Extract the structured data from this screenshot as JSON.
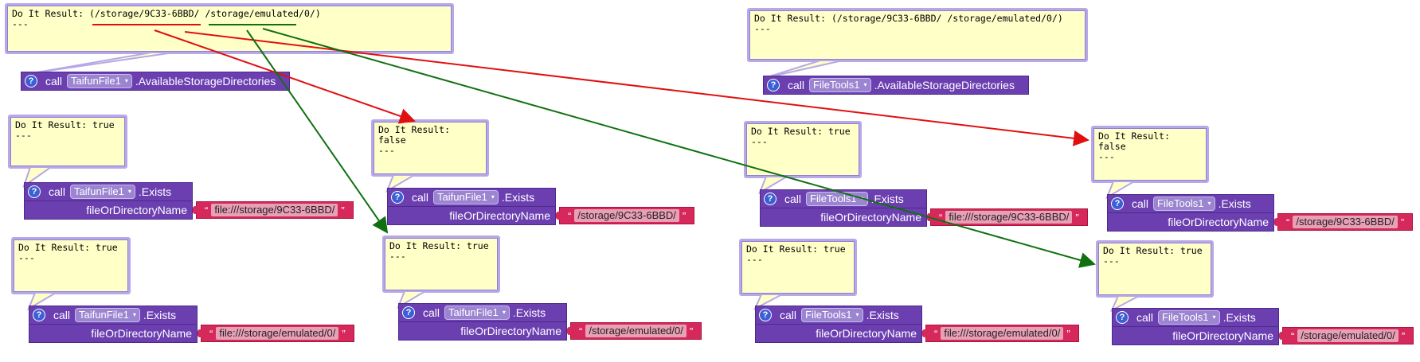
{
  "result_prefix": "Do It Result:",
  "dashes": "---",
  "call_label": "call",
  "param_label": "fileOrDirectoryName",
  "quote": "“",
  "quote_close": "”",
  "help_icon": "?",
  "dropdown_icon": "▾",
  "top": {
    "left": {
      "result": "(/storage/9C33-6BBD/ /storage/emulated/0/)",
      "component": "TaifunFile1",
      "method": ".AvailableStorageDirectories"
    },
    "right": {
      "result": "(/storage/9C33-6BBD/ /storage/emulated/0/)",
      "component": "FileTools1",
      "method": ".AvailableStorageDirectories"
    }
  },
  "exists_blocks": [
    {
      "id": "tf-1",
      "result": "true",
      "component": "TaifunFile1",
      "method": ".Exists",
      "value": "file:///storage/9C33-6BBD/"
    },
    {
      "id": "tf-2",
      "result": "false",
      "component": "TaifunFile1",
      "method": ".Exists",
      "value": "/storage/9C33-6BBD/"
    },
    {
      "id": "tf-3",
      "result": "true",
      "component": "TaifunFile1",
      "method": ".Exists",
      "value": "file:///storage/emulated/0/"
    },
    {
      "id": "tf-4",
      "result": "true",
      "component": "TaifunFile1",
      "method": ".Exists",
      "value": "/storage/emulated/0/"
    },
    {
      "id": "ft-1",
      "result": "true",
      "component": "FileTools1",
      "method": ".Exists",
      "value": "file:///storage/9C33-6BBD/"
    },
    {
      "id": "ft-2",
      "result": "false",
      "component": "FileTools1",
      "method": ".Exists",
      "value": "/storage/9C33-6BBD/"
    },
    {
      "id": "ft-3",
      "result": "true",
      "component": "FileTools1",
      "method": ".Exists",
      "value": "file:///storage/emulated/0/"
    },
    {
      "id": "ft-4",
      "result": "true",
      "component": "FileTools1",
      "method": ".Exists",
      "value": "/storage/emulated/0/"
    }
  ],
  "colors": {
    "red_arrow": "#e01010",
    "green_arrow": "#107010",
    "block_purple": "#6b3fb0",
    "string_red": "#d6285a",
    "bubble_fill": "#ffffc8"
  }
}
